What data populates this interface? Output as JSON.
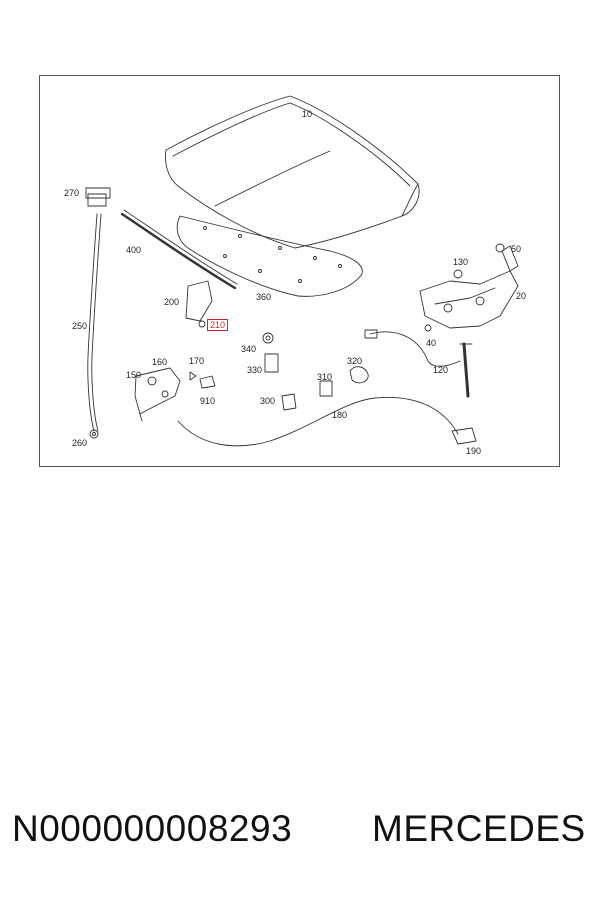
{
  "diagram": {
    "highlight_color": "#d0202a",
    "highlighted_part": "210",
    "labels": {
      "p10": "10",
      "p270": "270",
      "p400": "400",
      "p360": "360",
      "p130": "130",
      "p50": "50",
      "p20": "20",
      "p250": "250",
      "p200": "200",
      "p210": "210",
      "p340": "340",
      "p40": "40",
      "p160": "160",
      "p170": "170",
      "p150": "150",
      "p330": "330",
      "p320": "320",
      "p120": "120",
      "p310": "310",
      "p910": "910",
      "p300": "300",
      "p180": "180",
      "p260": "260",
      "p190": "190"
    }
  },
  "footer": {
    "part_number": "N000000008293",
    "brand": "MERCEDES"
  }
}
